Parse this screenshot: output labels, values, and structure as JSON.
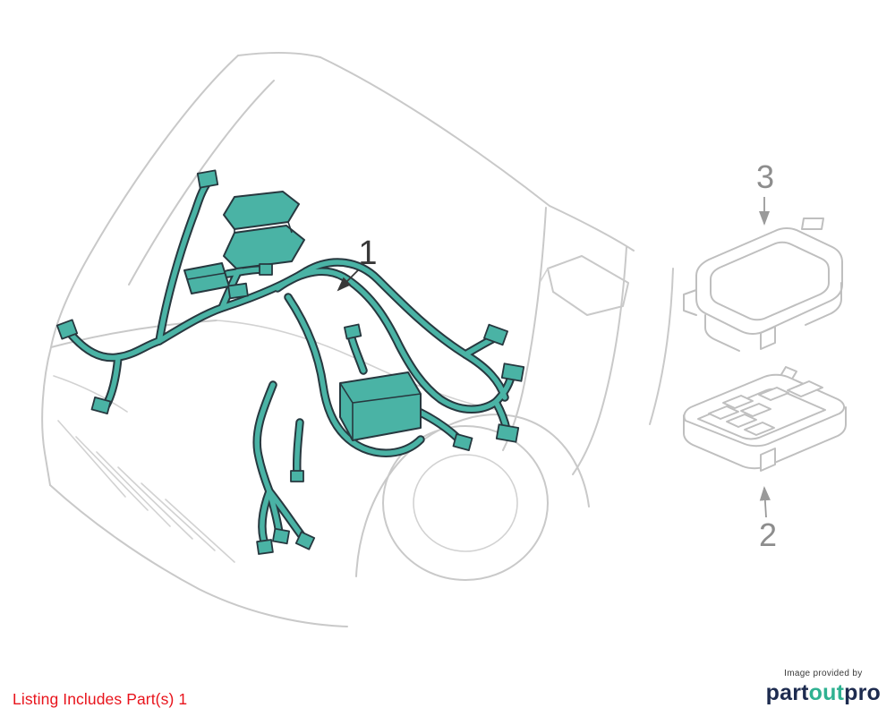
{
  "diagram": {
    "callouts": {
      "one": "1",
      "two": "2",
      "three": "3"
    }
  },
  "footer": {
    "listing_text": "Listing Includes Part(s) 1"
  },
  "credit": {
    "provided_by": "Image provided by",
    "logo": {
      "part": "part",
      "out": "out",
      "pro": "pro"
    }
  },
  "colors": {
    "harness_teal": "#4ab3a5",
    "harness_outline": "#27383f",
    "car_line_gray": "#c9c9c9",
    "listing_red": "#e8141c",
    "callout_dark": "#383838",
    "callout_gray": "#8d8d8d",
    "logo_navy": "#1d2b4f",
    "logo_teal": "#2fb191"
  }
}
